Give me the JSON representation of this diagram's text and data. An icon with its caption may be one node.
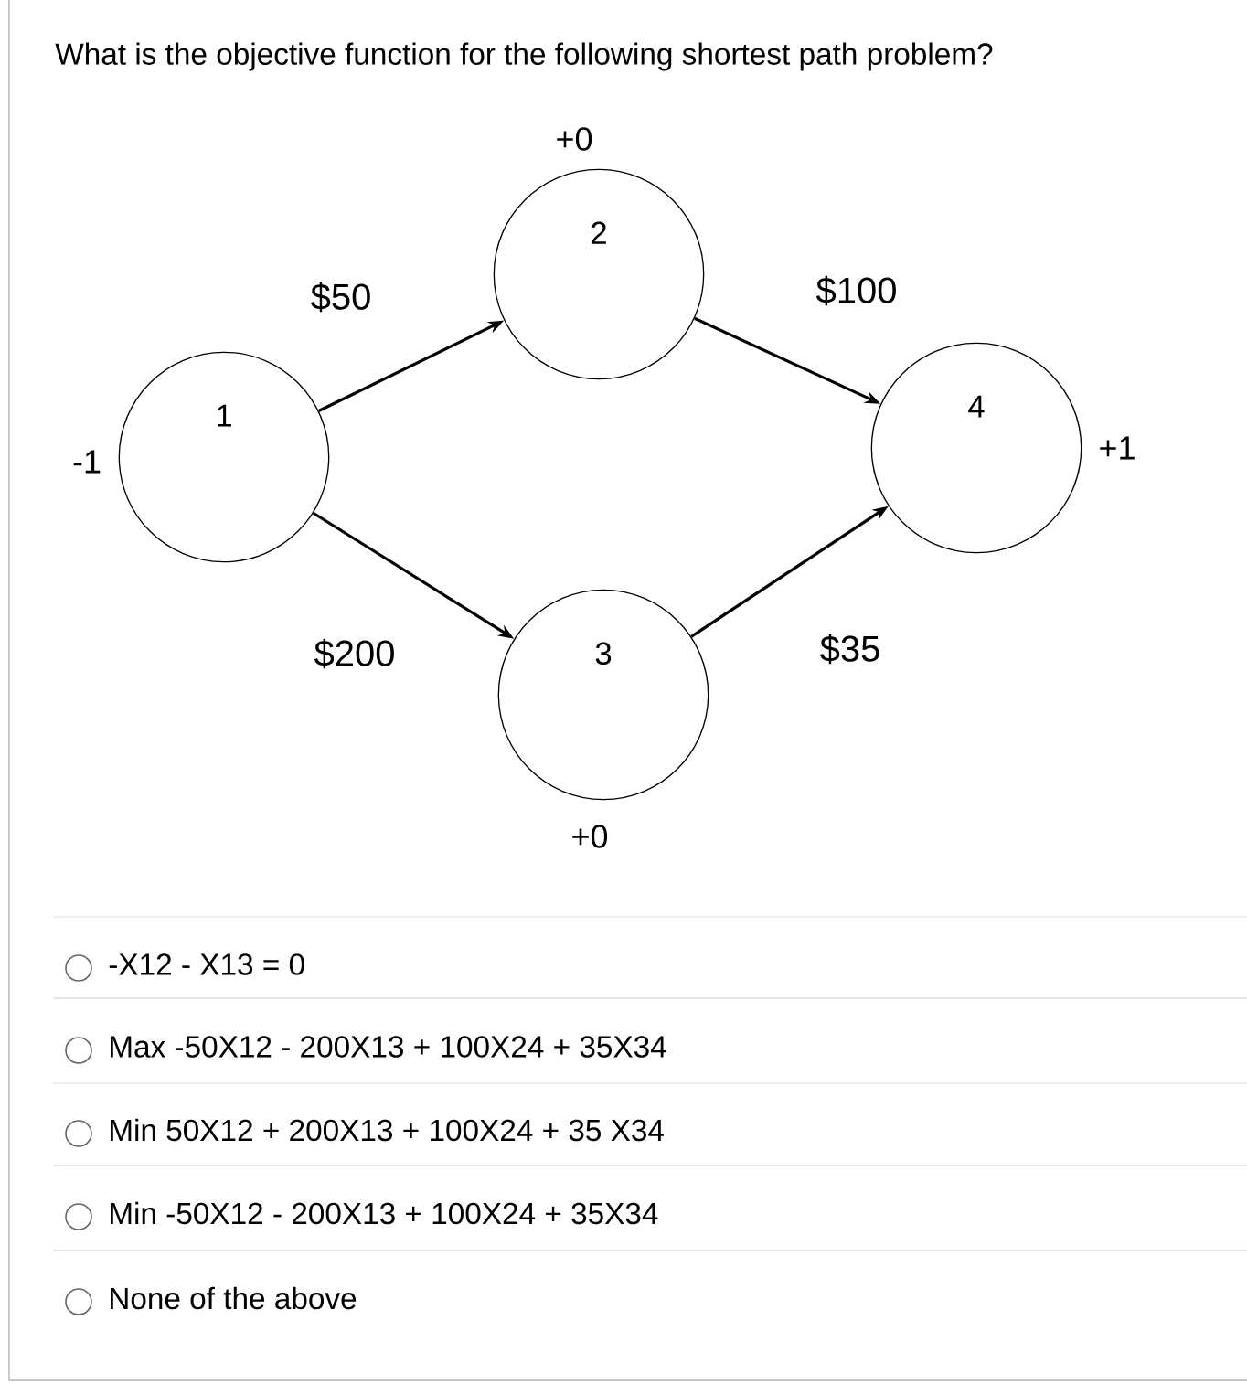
{
  "diagram": {
    "title": "What is the objective function for the following shortest path problem?",
    "nodes": [
      {
        "text": [
          "1"
        ],
        "beside": [
          "-1"
        ]
      },
      {
        "text": [
          "2"
        ],
        "beside": [
          "+0"
        ]
      },
      {
        "text": [
          "3"
        ],
        "beside": [
          "+0"
        ]
      },
      {
        "text": [
          "4"
        ],
        "beside": [
          "+1"
        ]
      }
    ],
    "edges": [
      {
        "from": 0,
        "to": 1,
        "arrow": "to",
        "label": "$50"
      },
      {
        "from": 0,
        "to": 2,
        "arrow": "to",
        "label": "$200"
      },
      {
        "from": 1,
        "to": 3,
        "arrow": "to",
        "label": "$100"
      },
      {
        "from": 2,
        "to": 3,
        "arrow": "to",
        "label": "$35"
      }
    ],
    "labels": [
      "-X12 - X13 = 0",
      "Max -50X12 - 200X13 + 100X24 + 35X34",
      "Min 50X12 + 200X13 + 100X24 + 35 X34",
      "Min -50X12 - 200X13 + 100X24 + 35X34",
      "None of the above"
    ]
  }
}
